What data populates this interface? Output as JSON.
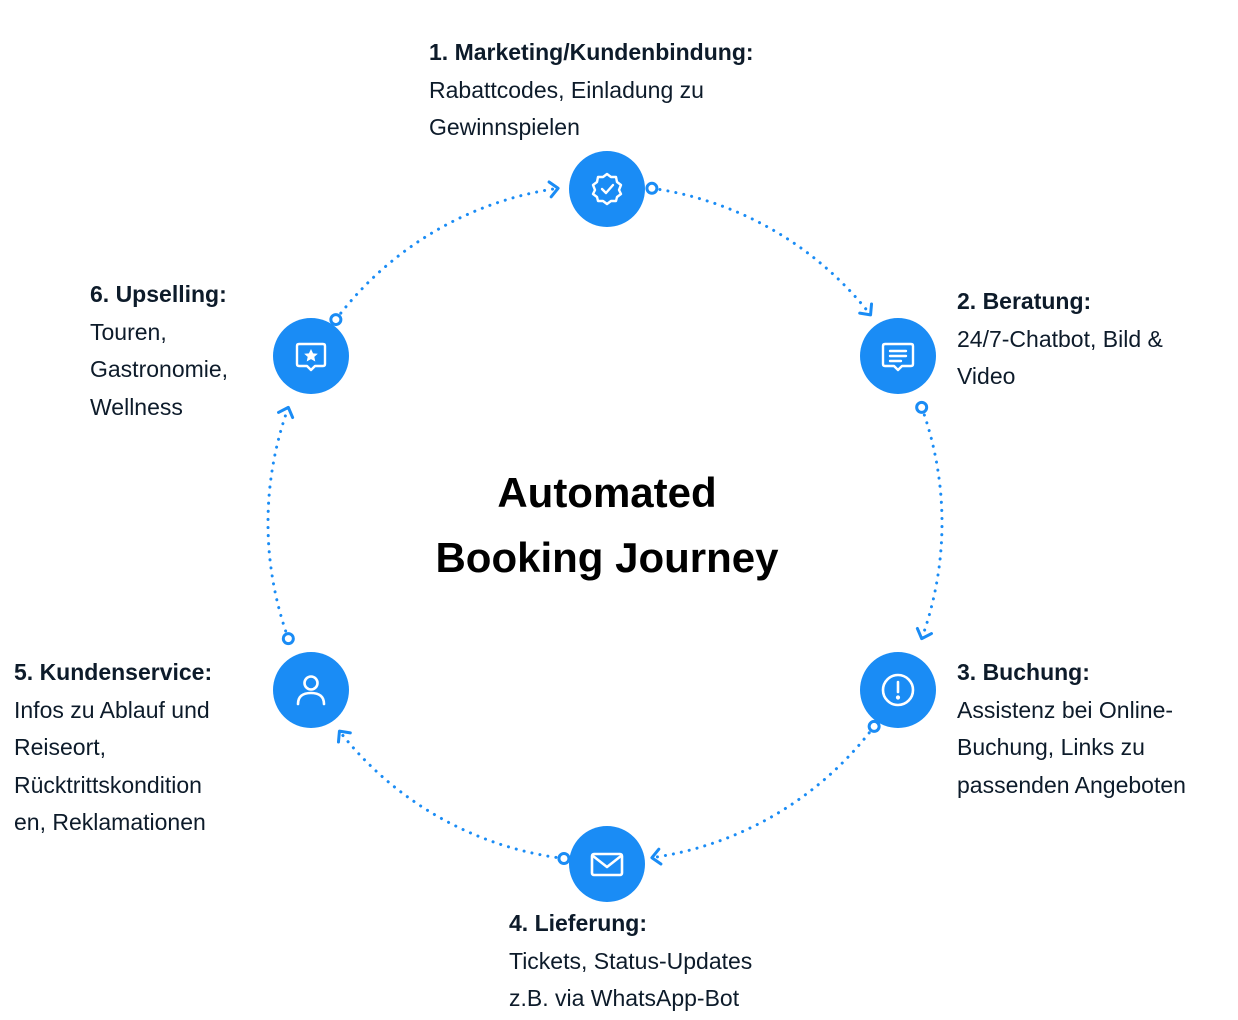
{
  "diagram": {
    "title_lines": [
      "Automated",
      "Booking Journey"
    ],
    "accent_color": "#1a8cf5",
    "text_color": "#0d1b2a",
    "steps": [
      {
        "title": "1. Marketing/Kundenbindung:",
        "lines": [
          "Rabattcodes, Einladung zu",
          "Gewinnspielen"
        ],
        "icon": "verified-badge-icon"
      },
      {
        "title": "2. Beratung:",
        "lines": [
          "24/7-Chatbot, Bild &",
          "Video"
        ],
        "icon": "chat-message-icon"
      },
      {
        "title": "3. Buchung:",
        "lines": [
          "Assistenz bei Online-",
          "Buchung, Links zu",
          "passenden Angeboten"
        ],
        "icon": "alert-circle-icon"
      },
      {
        "title": "4. Lieferung:",
        "lines": [
          "Tickets, Status-Updates",
          "z.B. via WhatsApp-Bot"
        ],
        "icon": "mail-icon"
      },
      {
        "title": "5. Kundenservice:",
        "lines": [
          "Infos zu Ablauf und",
          "Reiseort,",
          "Rücktrittskondition",
          "en, Reklamationen"
        ],
        "icon": "user-icon"
      },
      {
        "title": "6. Upselling:",
        "lines": [
          "Touren,",
          "Gastronomie,",
          "Wellness"
        ],
        "icon": "star-message-icon"
      }
    ]
  }
}
